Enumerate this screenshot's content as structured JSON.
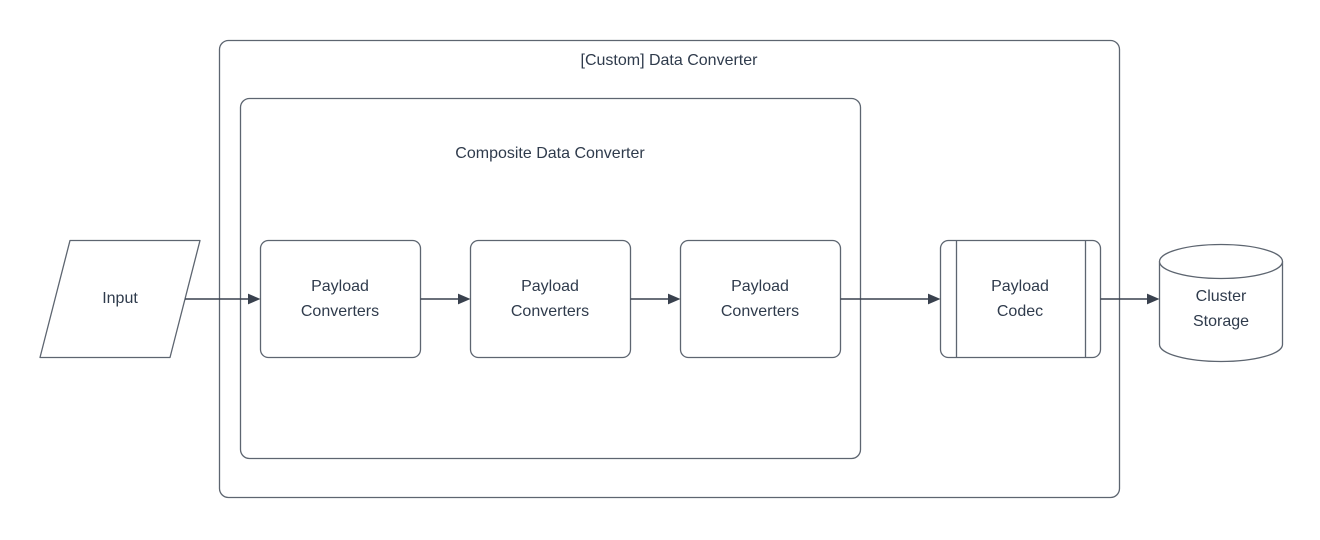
{
  "diagram": {
    "outer_container": {
      "title": "[Custom] Data Converter"
    },
    "composite_container": {
      "title": "Composite Data Converter"
    },
    "nodes": {
      "input": {
        "label": "Input",
        "shape": "parallelogram"
      },
      "payload_converter_1": {
        "label": "Payload Converters",
        "shape": "rounded-rectangle"
      },
      "payload_converter_2": {
        "label": "Payload Converters",
        "shape": "rounded-rectangle"
      },
      "payload_converter_3": {
        "label": "Payload Converters",
        "shape": "rounded-rectangle"
      },
      "payload_codec": {
        "label": "Payload Codec",
        "shape": "predefined-process"
      },
      "cluster_storage": {
        "label": "Cluster Storage",
        "shape": "cylinder"
      }
    },
    "flow": [
      "input",
      "payload_converter_1",
      "payload_converter_2",
      "payload_converter_3",
      "payload_codec",
      "cluster_storage"
    ],
    "colors": {
      "shape_stroke": "#5d6570",
      "connector": "#39414e",
      "text": "#2f3b4c",
      "background": "#ffffff"
    }
  }
}
